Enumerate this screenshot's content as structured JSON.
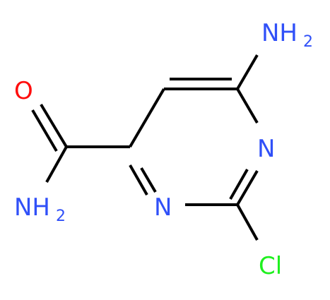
{
  "molecule": {
    "atoms": {
      "amino_top": {
        "main": "NH",
        "sub": "2"
      },
      "ring_n_right": {
        "main": "N"
      },
      "ring_n_bottom": {
        "main": "N"
      },
      "chloro": {
        "main": "Cl"
      },
      "carbonyl_o": {
        "main": "O"
      },
      "amide_n": {
        "main": "NH",
        "sub": "2"
      }
    },
    "colors": {
      "bond": "#000000",
      "nitrogen": "#3050F8",
      "oxygen": "#FF0D0D",
      "chlorine": "#1FF01F"
    }
  }
}
